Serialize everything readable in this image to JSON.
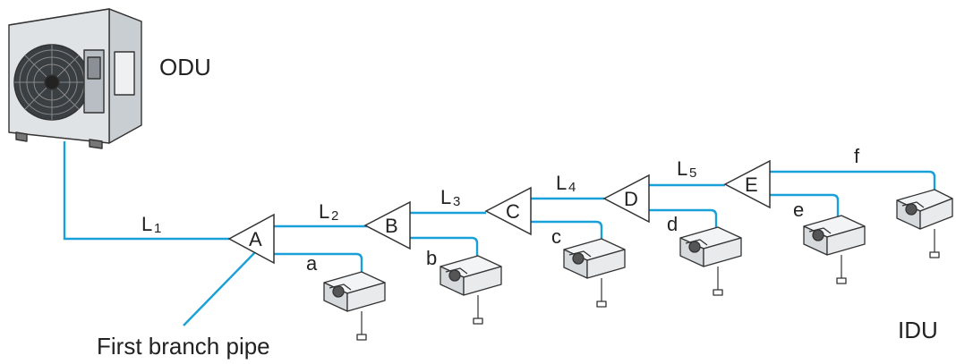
{
  "labels": {
    "odu": "ODU",
    "idu": "IDU",
    "first_branch": "First branch pipe"
  },
  "branch_joints": [
    "A",
    "B",
    "C",
    "D",
    "E"
  ],
  "main_pipes": [
    {
      "L": "L",
      "sub": "1"
    },
    {
      "L": "L",
      "sub": "2"
    },
    {
      "L": "L",
      "sub": "3"
    },
    {
      "L": "L",
      "sub": "4"
    },
    {
      "L": "L",
      "sub": "5"
    }
  ],
  "indoor_pipes": [
    "a",
    "b",
    "c",
    "d",
    "e",
    "f"
  ],
  "colors": {
    "pipe": "#1aa0d8",
    "outline": "#333333",
    "odu_body": "#dfe3e6",
    "idu_body": "#e8eaec"
  }
}
